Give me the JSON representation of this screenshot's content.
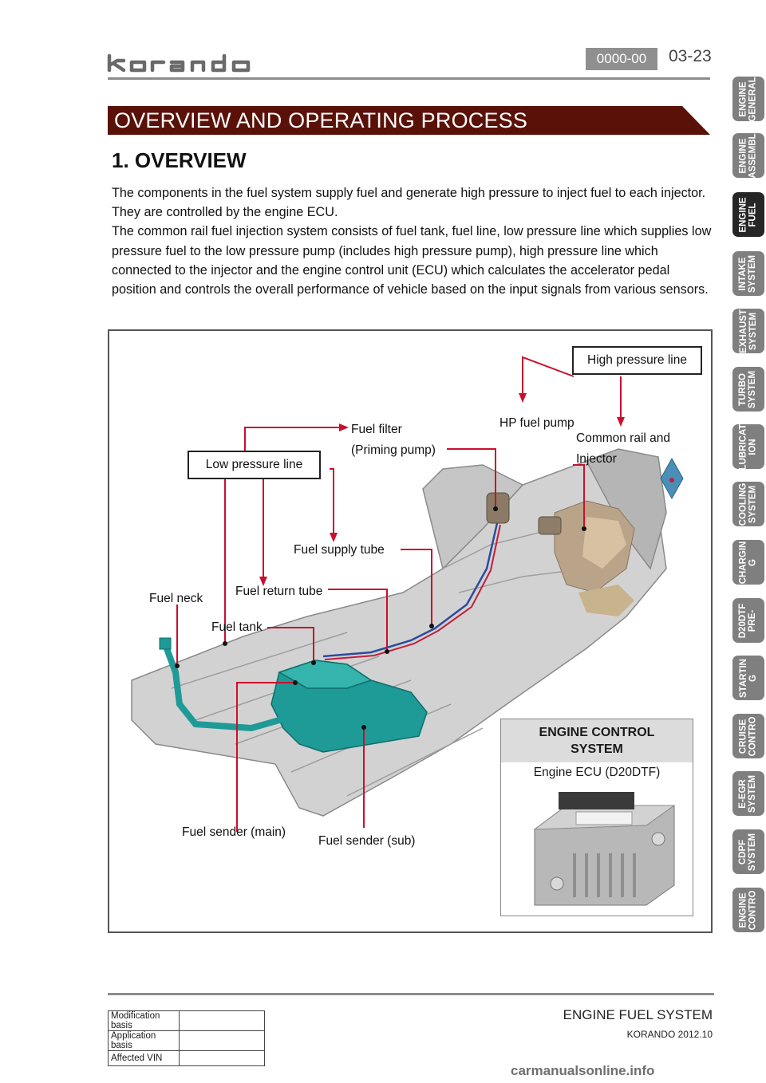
{
  "header": {
    "code": "0000-00",
    "page": "03-23"
  },
  "banner": {
    "title": "OVERVIEW AND OPERATING PROCESS"
  },
  "section": {
    "heading": "1. OVERVIEW",
    "paragraphs": [
      "The components in the fuel system supply fuel and generate high pressure to inject fuel to each injector. They are controlled by the engine ECU.",
      "The common rail fuel injection system consists of fuel tank, fuel line, low pressure line which supplies low pressure fuel to the low pressure pump (includes high pressure pump), high pressure line which connected to the injector and the engine control unit (ECU) which calculates the accelerator pedal position and controls the overall performance of vehicle based on the input signals from various sensors."
    ]
  },
  "tabs": [
    "ENGINE\nGENERAL",
    "ENGINE\nASSEMBL",
    "ENGINE\nFUEL",
    "INTAKE\nSYSTEM",
    "EXHAUST\nSYSTEM",
    "TURBO\nSYSTEM",
    "LUBRICAT\nION",
    "COOLING\nSYSTEM",
    "CHARGIN\nG",
    "D20DTF\nPRE-",
    "STARTIN\nG",
    "CRUISE\nCONTRO",
    "E-EGR\nSYSTEM",
    "CDPF\nSYSTEM",
    "ENGINE\nCONTRO"
  ],
  "active_tab": "ENGINE\nFUEL",
  "diagram": {
    "high_pressure_line": "High pressure line",
    "low_pressure_line": "Low pressure line",
    "fuel_filter": "Fuel filter",
    "priming_pump": "(Priming pump)",
    "hp_fuel_pump": "HP fuel pump",
    "common_rail": "Common rail and",
    "injector": "Injector",
    "fuel_supply_tube": "Fuel supply tube",
    "fuel_return_tube": "Fuel return tube",
    "fuel_neck": "Fuel neck",
    "fuel_tank": "Fuel tank",
    "fuel_sender_main": "Fuel sender (main)",
    "fuel_sender_sub": "Fuel sender (sub)",
    "ecu_title_1": "ENGINE CONTROL",
    "ecu_title_2": "SYSTEM",
    "ecu_sub": "Engine ECU (D20DTF)"
  },
  "footer": {
    "title": "ENGINE FUEL SYSTEM",
    "subtitle": "KORANDO 2012.10",
    "rows": [
      "Modification basis",
      "Application basis",
      "Affected VIN"
    ],
    "watermark": "carmanualsonline.info"
  },
  "colors": {
    "banner": "#5a1208",
    "leader": "#c8102e",
    "tab": "#7f7f7f",
    "tab_active": "#262626",
    "tank": "#1e9a97"
  }
}
